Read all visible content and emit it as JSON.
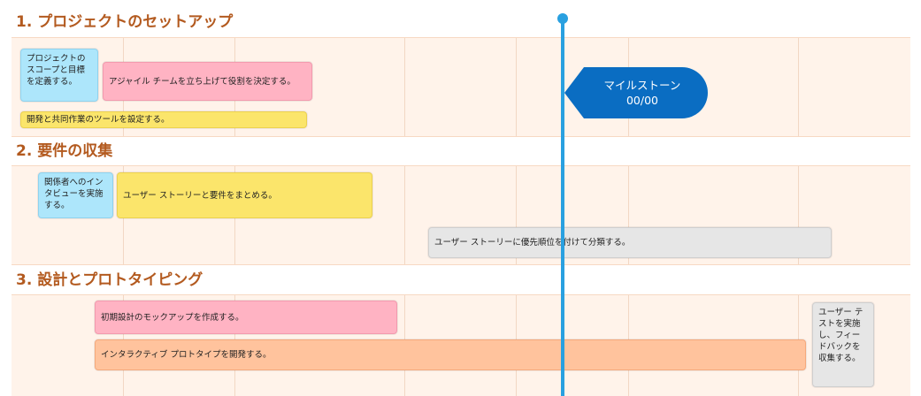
{
  "sections": [
    {
      "title": "1. プロジェクトのセットアップ",
      "tasks": [
        "プロジェクトのスコープと目標を定義する。",
        "アジャイル チームを立ち上げて役割を決定する。",
        "開発と共同作業のツールを設定する。"
      ]
    },
    {
      "title": "2. 要件の収集",
      "tasks": [
        "関係者へのインタビューを実施する。",
        "ユーザー ストーリーと要件をまとめる。",
        "ユーザー ストーリーに優先順位を付けて分類する。"
      ]
    },
    {
      "title": "3. 設計とプロトタイピング",
      "tasks": [
        "初期設計のモックアップを作成する。",
        "インタラクティブ プロトタイプを開発する。",
        "ユーザー テストを実施し、フィードバックを収集する。"
      ]
    }
  ],
  "milestone": {
    "label": "マイルストーン",
    "date": "00/00"
  },
  "colors": {
    "section_title": "#b35a1f",
    "band_background": "#fff3ea",
    "current_date_line": "#29a0e0",
    "milestone": "#0a6dc2",
    "task_blue": "#ade6fb",
    "task_pink": "#ffb3c3",
    "task_yellow": "#fbe56b",
    "task_gray": "#e6e6e6",
    "task_orange": "#ffc39d"
  }
}
